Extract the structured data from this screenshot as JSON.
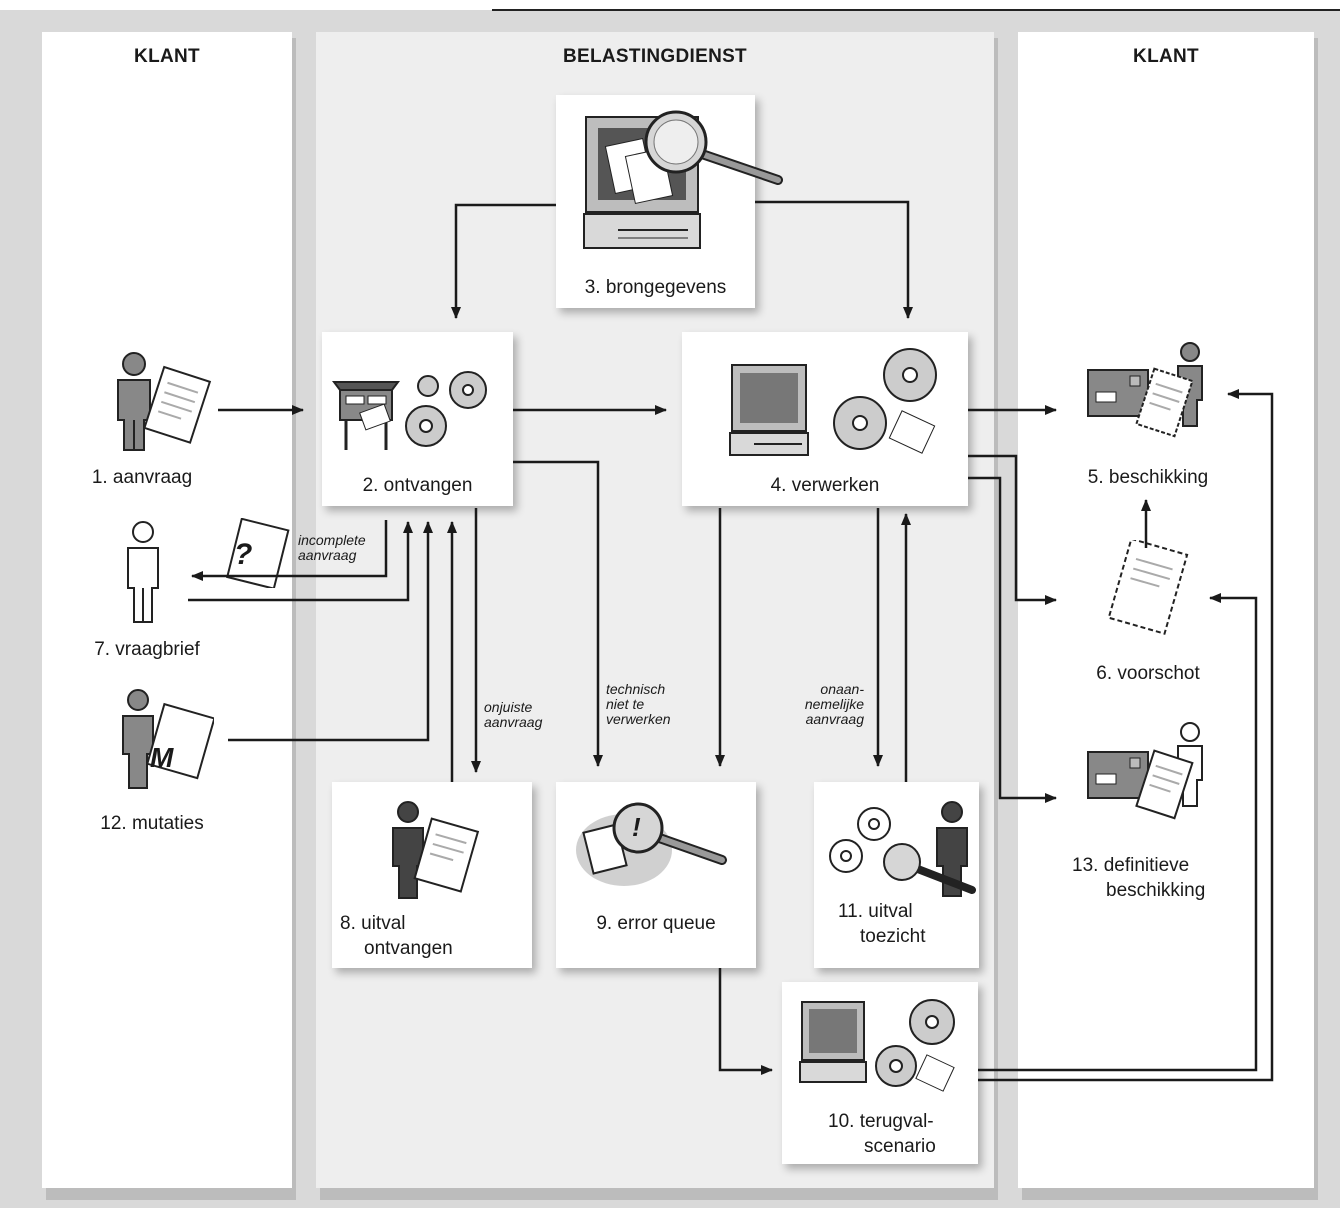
{
  "lanes": {
    "left_title": "KLANT",
    "middle_title": "BELASTINGDIENST",
    "right_title": "KLANT"
  },
  "nodes": {
    "n1": "1. aanvraag",
    "n2": "2. ontvangen",
    "n3": "3. brongegevens",
    "n4": "4. verwerken",
    "n5": "5. beschikking",
    "n6": "6. voorschot",
    "n7": "7. vraagbrief",
    "n8_line1": "8. uitval",
    "n8_line2": "ontvangen",
    "n9": "9. error queue",
    "n10_line1": "10. terugval-",
    "n10_line2": "scenario",
    "n11_line1": "11. uitval",
    "n11_line2": "toezicht",
    "n12": "12. mutaties",
    "n13_line1": "13. definitieve",
    "n13_line2": "beschikking"
  },
  "annotations": {
    "incomplete": "incomplete\naanvraag",
    "onjuiste": "onjuiste\naanvraag",
    "technisch": "technisch\nniet te\nverwerken",
    "onaanemelijke": "onaan-\nnemelijke\naanvraag"
  },
  "icons": {
    "question_mark": "?",
    "mutation_letter": "M",
    "exclamation": "!"
  },
  "colors": {
    "lane_middle_bg": "#eeeeee",
    "lane_side_bg": "#ffffff",
    "outer_bg": "#d8d8d8",
    "line": "#1a1a1a"
  }
}
